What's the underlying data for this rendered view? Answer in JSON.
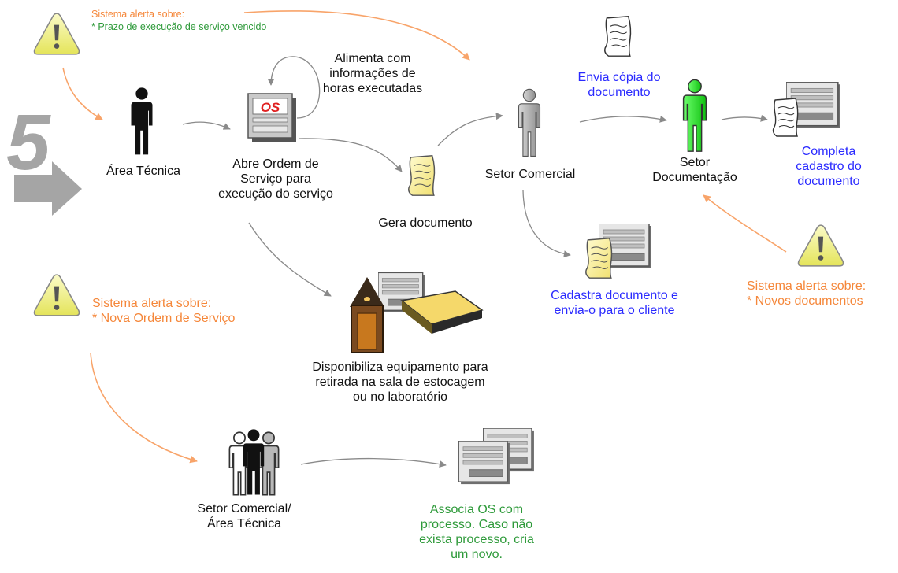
{
  "step_number": "5",
  "alerts": {
    "top": {
      "line1": "Sistema alerta sobre:",
      "line2": "* Prazo de execução de serviço vencido"
    },
    "left": {
      "line1": "Sistema alerta sobre:",
      "line2": "* Nova Ordem de Serviço"
    },
    "right": {
      "line1": "Sistema alerta sobre:",
      "line2": "* Novos documentos"
    }
  },
  "nodes": {
    "area_tecnica": "Área Técnica",
    "abre_os": [
      "Abre Ordem de",
      "Serviço para",
      "execução do serviço"
    ],
    "os_badge": "OS",
    "alimenta": [
      "Alimenta com",
      "informações de",
      "horas executadas"
    ],
    "gera_documento": "Gera documento",
    "setor_comercial": "Setor Comercial",
    "envia_copia": [
      "Envia cópia do",
      "documento"
    ],
    "setor_documentacao": [
      "Setor",
      "Documentação"
    ],
    "completa_cadastro": [
      "Completa",
      "cadastro do",
      "documento"
    ],
    "cadastra_documento": [
      "Cadastra documento e",
      "envia-o para o cliente"
    ],
    "disponibiliza": [
      "Disponibiliza equipamento para",
      "retirada na sala de estocagem",
      "ou no laboratório"
    ],
    "setor_comercial_area": [
      "Setor Comercial/",
      "Área Técnica"
    ],
    "associa_os": [
      "Associa OS com",
      "processo. Caso não",
      "exista processo, cria",
      "um novo."
    ]
  },
  "colors": {
    "orange": "#f5873a",
    "blue": "#2a2aff",
    "green": "#2e9a3a",
    "arrow_gray": "#8a8a8a",
    "person_green": "#22e022"
  }
}
